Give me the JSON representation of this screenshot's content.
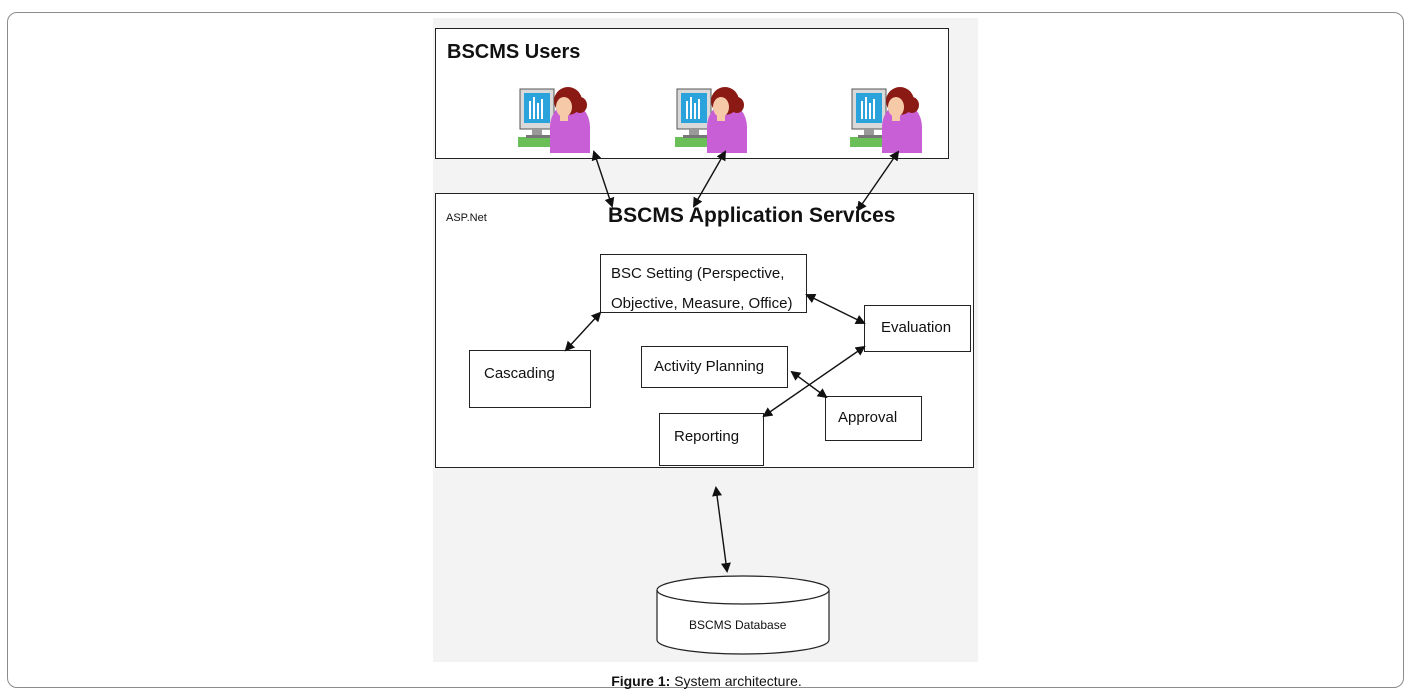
{
  "users_box": {
    "title": "BSCMS Users"
  },
  "services_box": {
    "platform": "ASP.Net",
    "title": "BSCMS Application Services"
  },
  "components": {
    "bsc_setting": {
      "line1": "BSC Setting (Perspective,",
      "line2": "Objective, Measure, Office)"
    },
    "evaluation": "Evaluation",
    "cascading": "Cascading",
    "activity_planning": "Activity Planning",
    "approval": "Approval",
    "reporting": "Reporting"
  },
  "database": {
    "label": "BSCMS Database"
  },
  "caption": {
    "prefix": "Figure 1:",
    "text": " System architecture."
  },
  "colors": {
    "monitor_screen": "#2aa3dc",
    "shirt": "#c95fd6",
    "hair": "#8b1a14",
    "skin": "#f6c9a8",
    "keyboard": "#6bbf59"
  }
}
